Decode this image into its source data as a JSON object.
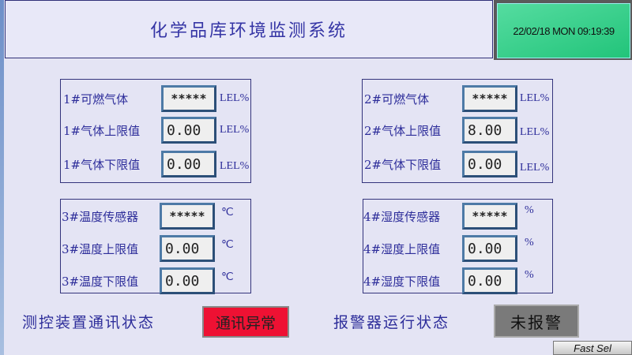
{
  "title": "化学品库环境监测系统",
  "clock": "22/02/18 MON 09:19:39",
  "panels": [
    {
      "rows": [
        {
          "label": "1#可燃气体",
          "value": "*****",
          "unit": "LEL%"
        },
        {
          "label": "1#气体上限值",
          "value": "0.00",
          "unit": "LEL%"
        },
        {
          "label": "1#气体下限值",
          "value": "0.00",
          "unit": "LEL%"
        }
      ]
    },
    {
      "rows": [
        {
          "label": "2#可燃气体",
          "value": "*****",
          "unit": "LEL%"
        },
        {
          "label": "2#气体上限值",
          "value": "8.00",
          "unit": "LEL%"
        },
        {
          "label": "2#气体下限值",
          "value": "0.00",
          "unit": "LEL%"
        }
      ]
    },
    {
      "rows": [
        {
          "label": "3#温度传感器",
          "value": "*****",
          "unit": "℃"
        },
        {
          "label": "3#温度上限值",
          "value": "0.00",
          "unit": "℃"
        },
        {
          "label": "3#温度下限值",
          "value": "0.00",
          "unit": "℃"
        }
      ]
    },
    {
      "rows": [
        {
          "label": "4#湿度传感器",
          "value": "*****",
          "unit": "%"
        },
        {
          "label": "4#湿度上限值",
          "value": "0.00",
          "unit": "%"
        },
        {
          "label": "4#湿度下限值",
          "value": "0.00",
          "unit": "%"
        }
      ]
    }
  ],
  "status": {
    "comm_label": "测控装置通讯状态",
    "comm_value": "通讯异常",
    "alarm_label": "报警器运行状态",
    "alarm_value": "未报警"
  },
  "fast_sel": "Fast Sel",
  "colors": {
    "comm_error": "#ee1133",
    "alarm_idle": "#7a7a7a",
    "clock_bg": "#22c47a"
  }
}
